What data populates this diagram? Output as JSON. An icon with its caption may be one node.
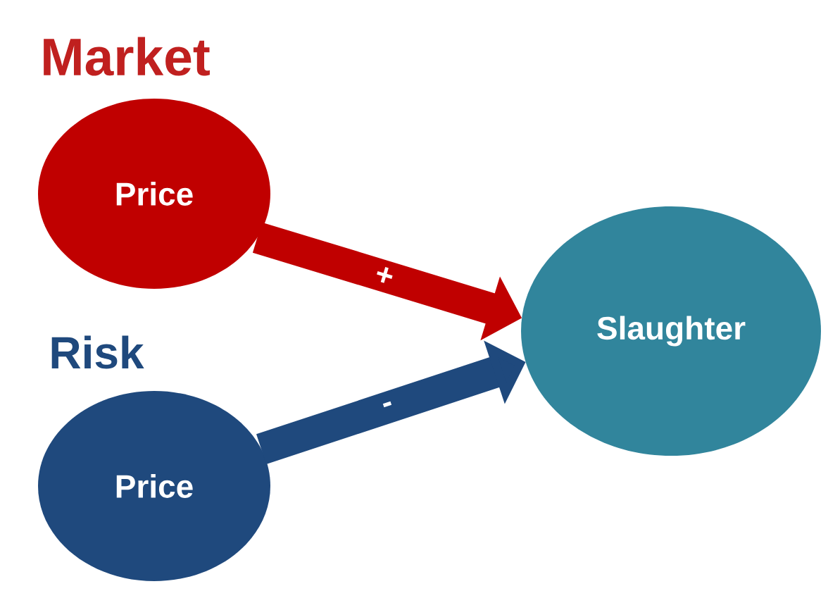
{
  "diagram": {
    "nodes": [
      {
        "text": [
          "Market",
          "Price"
        ]
      },
      {
        "text": [
          "Risk",
          "Price"
        ]
      },
      {
        "text": [
          "Slaughter"
        ]
      }
    ],
    "edges": [
      {
        "from": 0,
        "to": 2,
        "arrow": "to",
        "label": "+",
        "color": "#c00000"
      },
      {
        "from": 1,
        "to": 2,
        "arrow": "to",
        "label": "-",
        "color": "#1f497d"
      }
    ]
  }
}
